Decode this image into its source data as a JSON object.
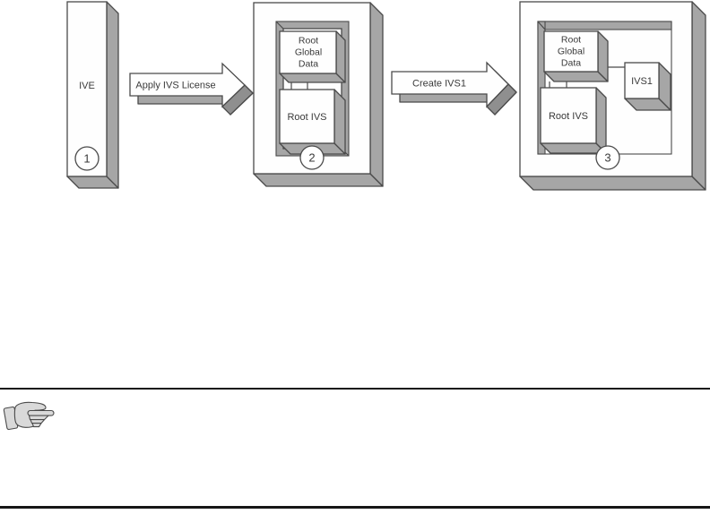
{
  "colors": {
    "outline": "#4a4a4a",
    "front_face": "#fefefe",
    "box_side_gray": "#a6a6a6",
    "arrow_fold_gray": "#8f8f8f",
    "note_icon_fill": "#d9d9d9",
    "rule_color": "#161616"
  },
  "diagram": {
    "stage1": {
      "step": "1",
      "box_label": "IVE"
    },
    "arrow1_label": "Apply IVS License",
    "stage2": {
      "step": "2",
      "root_global_data_lines": [
        "Root",
        "Global",
        "Data"
      ],
      "root_ivs_label": "Root IVS"
    },
    "arrow2_label": "Create IVS1",
    "stage3": {
      "step": "3",
      "root_global_data_lines": [
        "Root",
        "Global",
        "Data"
      ],
      "root_ivs_label": "Root IVS",
      "ivs1_label": "IVS1"
    }
  },
  "note": {
    "icon": "pointing-hand"
  }
}
